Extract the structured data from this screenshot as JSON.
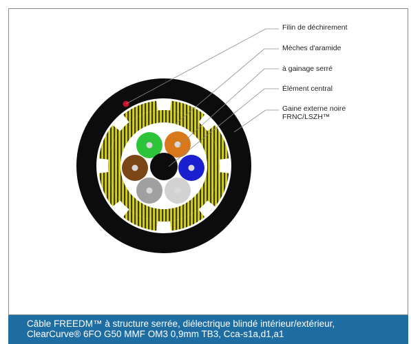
{
  "labels": {
    "ripcord": "Filin de déchirement",
    "aramid": "Mèches d'aramide",
    "tight_buffer": "à gainage serré",
    "central_member": "Élément central",
    "jacket_line1": "Gaine externe noire",
    "jacket_line2": "FRNC/LSZH™"
  },
  "caption": {
    "line1": "Câble FREEDM™ à structure serrée, diélectrique blindé intérieur/extérieur,",
    "line2": "ClearCurve® 6FO G50 MMF OM3 0,9mm TB3, Cca-s1a,d1,a1"
  },
  "fibers": [
    {
      "name": "green",
      "color": "#2ec43a"
    },
    {
      "name": "orange",
      "color": "#d9781a"
    },
    {
      "name": "blue",
      "color": "#1a1fd0"
    },
    {
      "name": "light-gray",
      "color": "#d2d2d2"
    },
    {
      "name": "gray",
      "color": "#a0a0a0"
    },
    {
      "name": "brown",
      "color": "#7a4616"
    }
  ],
  "colors": {
    "jacket": "#0c0c0c",
    "aramid_yellow": "#d6d21a",
    "ripcord": "#c8102e",
    "caption_bg": "#1f6ea3"
  }
}
